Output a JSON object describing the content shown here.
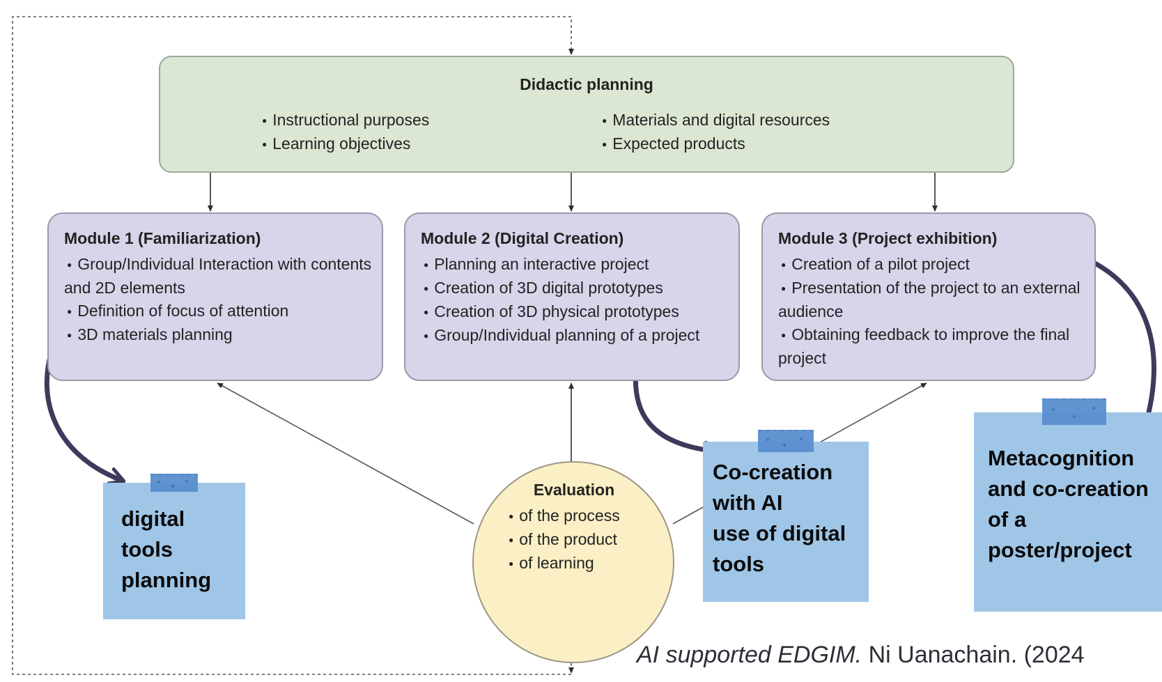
{
  "planning": {
    "title": "Didactic planning",
    "items_left": [
      "Instructional purposes",
      "Learning objectives"
    ],
    "items_right": [
      "Materials and digital resources",
      "Expected products"
    ]
  },
  "modules": [
    {
      "title": "Module 1 (Familiarization)",
      "items": [
        "Group/Individual Interaction with contents and 2D elements",
        "Definition of focus of attention",
        "3D materials planning"
      ]
    },
    {
      "title": "Module 2 (Digital Creation)",
      "items": [
        "Planning an interactive project",
        "Creation of 3D digital prototypes",
        "Creation of 3D physical prototypes",
        "Group/Individual planning of a project"
      ]
    },
    {
      "title": "Module 3 (Project exhibition)",
      "items": [
        "Creation of a pilot project",
        "Presentation of the project to an external audience",
        "Obtaining feedback to improve the final project"
      ]
    }
  ],
  "evaluation": {
    "title": "Evaluation",
    "items": [
      "of the process",
      "of the product",
      "of learning"
    ]
  },
  "notes": [
    {
      "lines": [
        "digital",
        "tools",
        "planning"
      ]
    },
    {
      "lines": [
        "Co-creation",
        "with AI",
        "use of digital",
        "tools"
      ]
    },
    {
      "lines": [
        "Metacognition",
        "and co-creation",
        "of a",
        "poster/project"
      ]
    }
  ],
  "caption": {
    "title": "AI supported EDGIM.",
    "rest": "Ni Uanachain. (2024"
  },
  "colors": {
    "planning_fill": "#dbe6d3",
    "module_fill": "#d9d4ea",
    "evaluation_fill": "#fbefc5",
    "note_fill": "#9fc6e7",
    "tape": "#5b8fd0",
    "curved_arrow": "#3d3a5c"
  }
}
